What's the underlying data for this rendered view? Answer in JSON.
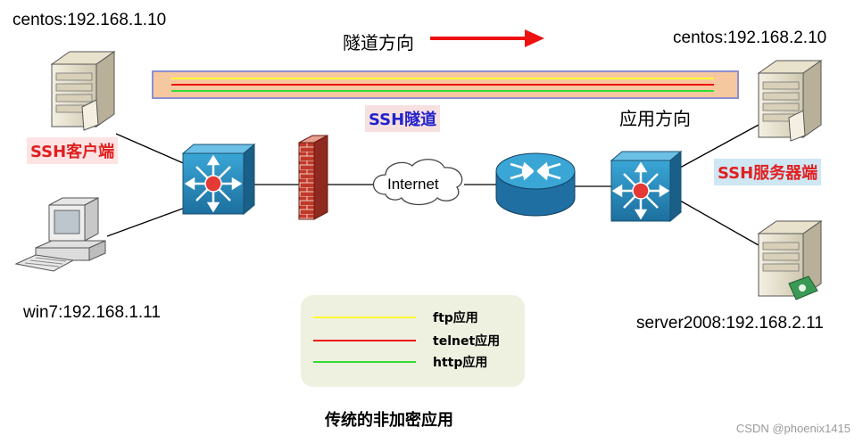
{
  "labels": {
    "client_host": "centos:192.168.1.10",
    "server_host": "centos:192.168.2.10",
    "win7_host": "win7:192.168.1.11",
    "server2008_host": "server2008:192.168.2.11",
    "tunnel_direction": "隧道方向",
    "app_direction": "应用方向",
    "ssh_tunnel": "SSH隧道",
    "ssh_client": "SSH客户端",
    "ssh_server": "SSH服务器端",
    "internet": "Internet"
  },
  "legend": {
    "items": [
      {
        "label": "ftp应用",
        "color": "#ffff33"
      },
      {
        "label": "telnet应用",
        "color": "#ee1111"
      },
      {
        "label": "http应用",
        "color": "#33dd33"
      }
    ]
  },
  "footer": "传统的非加密应用",
  "watermark": "CSDN @phoenix1415",
  "colors": {
    "tunnel_fill": "#f6c8a0",
    "tunnel_border": "#9999cc",
    "ssh_client_bg": "#fde3e3",
    "ssh_server_bg": "#cfe6f3",
    "ssh_tunnel_bg": "#f7e0e0",
    "arrow": "#ee1111",
    "switch_blue": "#2a8fc0",
    "router_blue": "#1f7fb8",
    "firewall_red": "#c0392b"
  }
}
